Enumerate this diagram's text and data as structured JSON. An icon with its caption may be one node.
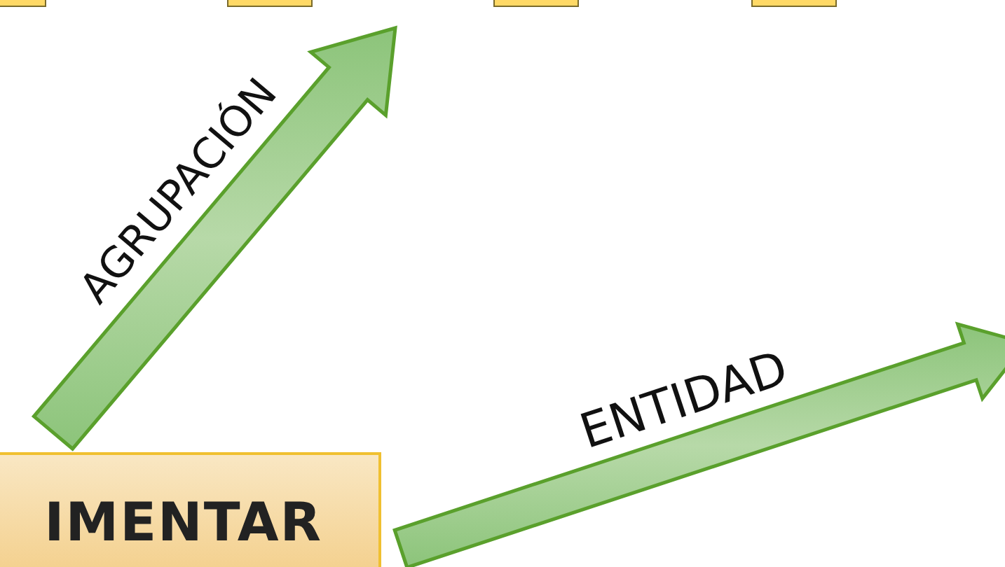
{
  "diagram": {
    "nodes": [
      {
        "text": [],
        "shape": "box"
      },
      {
        "text": [],
        "shape": "box"
      },
      {
        "text": [],
        "shape": "box"
      },
      {
        "text": [],
        "shape": "box"
      },
      {
        "text": [
          "IMENTAR"
        ]
      }
    ],
    "edges": [
      {
        "from": 4,
        "to": null,
        "arrow": "to",
        "label": "AGRUPACIÓN"
      },
      {
        "from": 4,
        "to": null,
        "arrow": "to",
        "label": "ENTIDAD"
      }
    ]
  }
}
